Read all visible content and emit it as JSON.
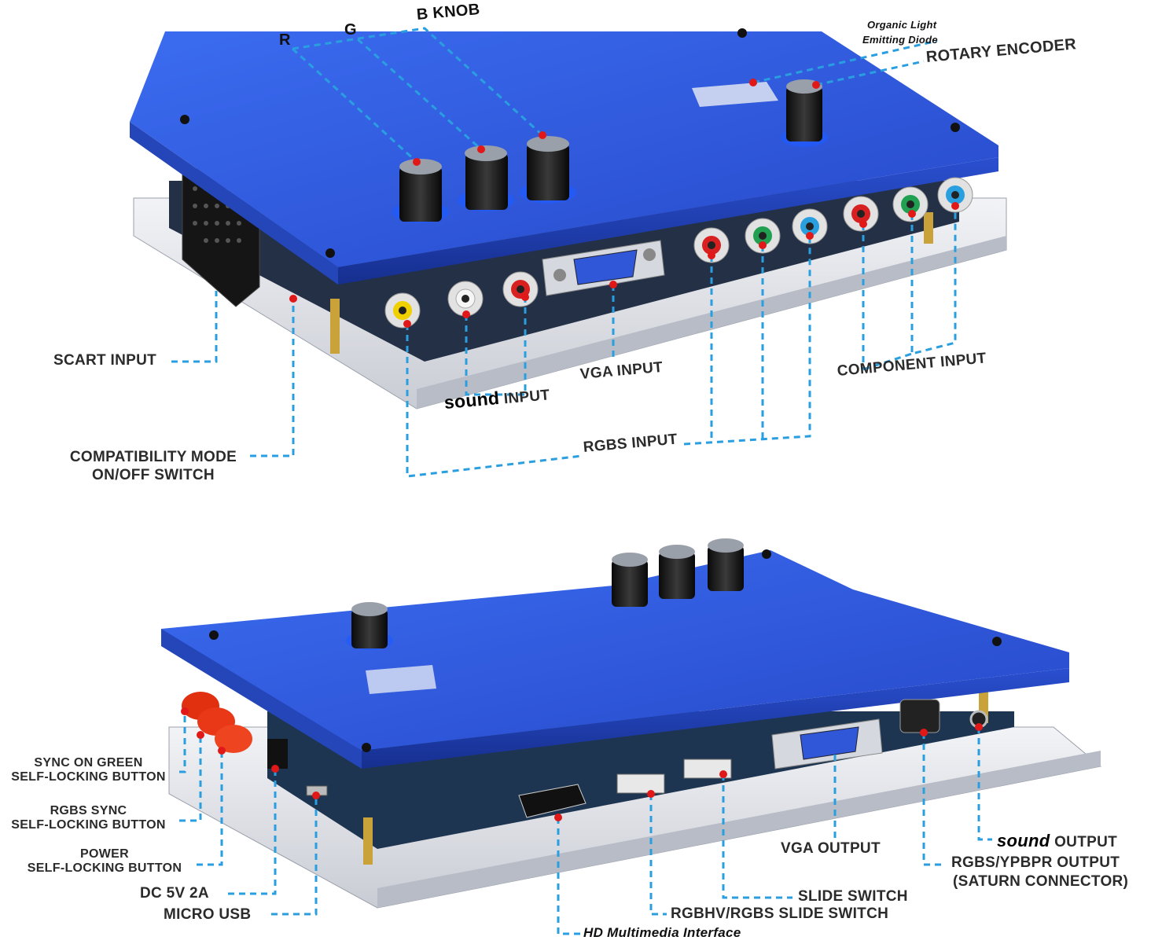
{
  "top_device": {
    "knob_labels": {
      "r": "R",
      "g": "G",
      "b": "B KNOB"
    },
    "oled_label": {
      "line1": "Organic Light",
      "line2": "Emitting Diode"
    },
    "rotary_encoder": "ROTARY ENCODER",
    "scart_input": "SCART INPUT",
    "sound_input": {
      "word": "sound",
      "rest": "INPUT"
    },
    "vga_input": "VGA INPUT",
    "component_input": "COMPONENT INPUT",
    "rgbs_input": "RGBS INPUT",
    "compat_switch": {
      "line1": "COMPATIBILITY MODE",
      "line2": "ON/OFF SWITCH"
    }
  },
  "bottom_device": {
    "sync_on_green": {
      "line1": "SYNC ON GREEN",
      "line2": "SELF-LOCKING BUTTON"
    },
    "rgbs_sync": {
      "line1": "RGBS SYNC",
      "line2": "SELF-LOCKING BUTTON"
    },
    "power": {
      "line1": "POWER",
      "line2": "SELF-LOCKING BUTTON"
    },
    "dc": "DC  5V  2A",
    "micro_usb": "MICRO USB",
    "hd_interface": "HD Multimedia Interface",
    "rgbhv_switch": "RGBHV/RGBS SLIDE SWITCH",
    "slide_switch": "SLIDE SWITCH",
    "vga_output": "VGA OUTPUT",
    "sound_output": {
      "word": "sound",
      "rest": "OUTPUT"
    },
    "rgbs_output": {
      "line1": "RGBS/YPBPR OUTPUT",
      "line2": "(SATURN CONNECTOR)"
    }
  },
  "colors": {
    "panel_blue": "#2f5fe0",
    "panel_dark": "#1a3fb5",
    "leader_line": "#2a9fe0",
    "marker_red": "#e01818",
    "acrylic": "#e6e8ee"
  }
}
